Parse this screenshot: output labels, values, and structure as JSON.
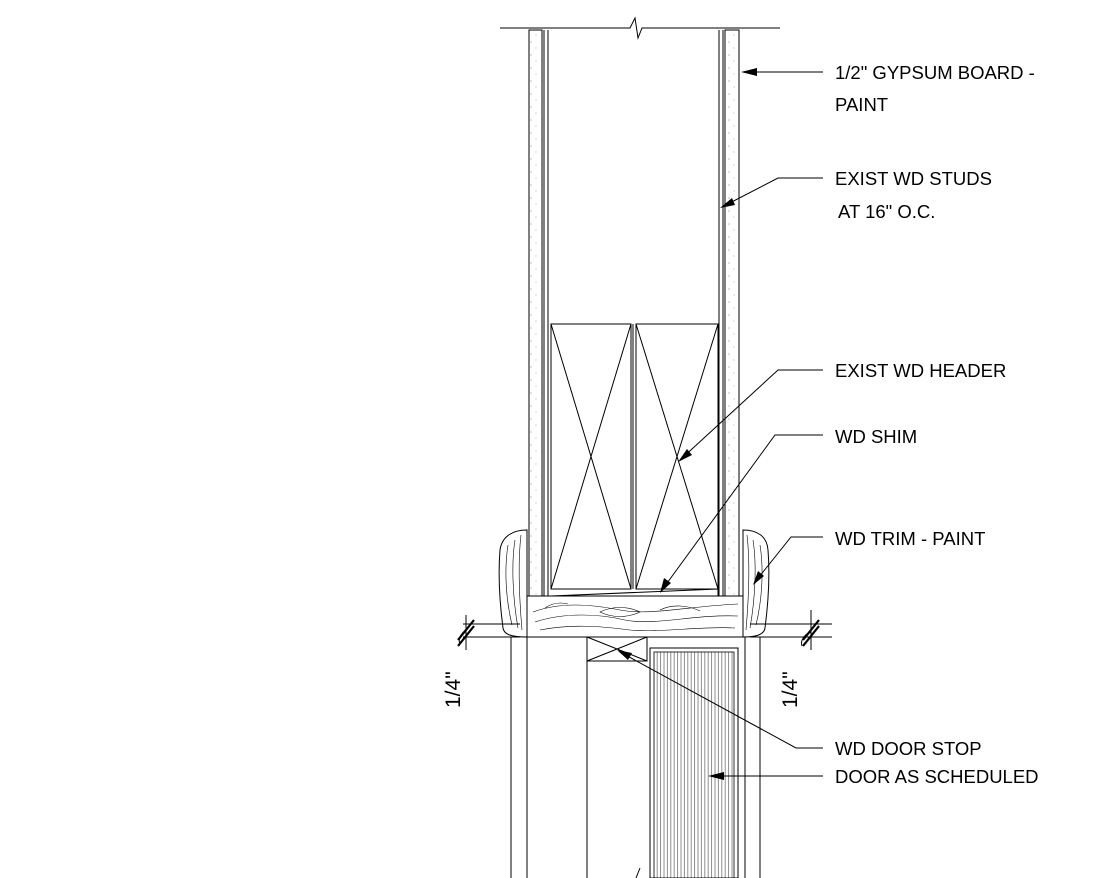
{
  "labels": {
    "gypsum_line1": "1/2\" GYPSUM BOARD -",
    "gypsum_line2": "PAINT",
    "studs_line1": "EXIST WD STUDS",
    "studs_line2": "AT 16\" O.C.",
    "header": "EXIST WD HEADER",
    "shim": "WD SHIM",
    "trim": "WD TRIM - PAINT",
    "stop": "WD DOOR STOP",
    "door": "DOOR AS SCHEDULED"
  },
  "dimensions": {
    "left_reveal": "1/4\"",
    "right_reveal": "1/4\""
  }
}
